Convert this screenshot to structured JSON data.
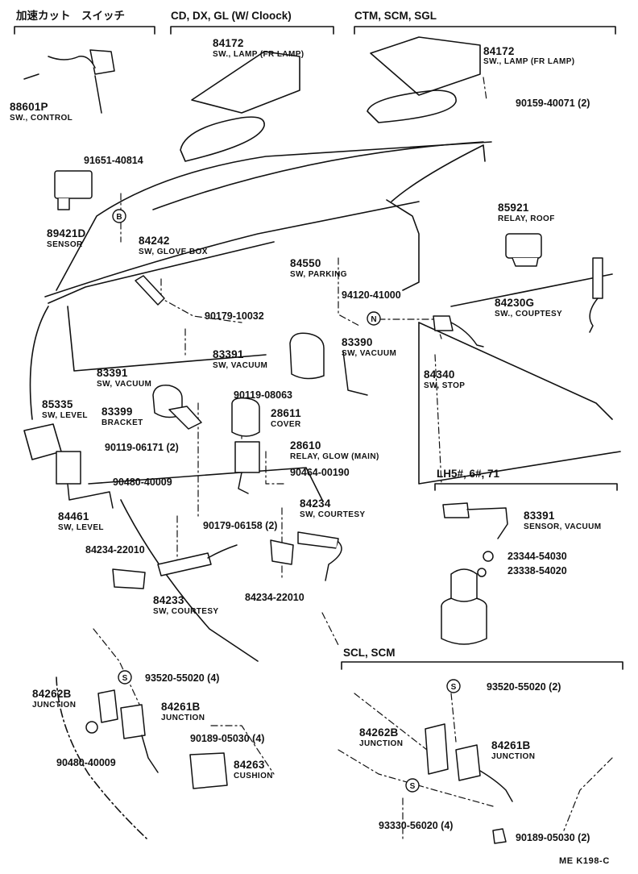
{
  "sections": {
    "accel_cut": "加速カット　スイッチ",
    "cd_dx_gl": "CD, DX, GL (W/ Cloock)",
    "ctm_scm_sgl": "CTM, SCM, SGL",
    "lh5": "LH5#, 6#, 71",
    "scl_scm": "SCL, SCM"
  },
  "parts": [
    {
      "id": "p84172a",
      "number": "84172",
      "name": "SW., LAMP (FR LAMP)"
    },
    {
      "id": "p84172b",
      "number": "84172",
      "name": "SW., LAMP (FR LAMP)"
    },
    {
      "id": "p88601p",
      "number": "88601P",
      "name": "SW., CONTROL"
    },
    {
      "id": "p90159",
      "number": "90159-40071 (2)",
      "name": ""
    },
    {
      "id": "p91651",
      "number": "91651-40814",
      "name": ""
    },
    {
      "id": "p89421d",
      "number": "89421D",
      "name": "SENSOR"
    },
    {
      "id": "p85921",
      "number": "85921",
      "name": "RELAY, ROOF"
    },
    {
      "id": "p84242",
      "number": "84242",
      "name": "SW, GLOVE BOX"
    },
    {
      "id": "p84550",
      "number": "84550",
      "name": "SW, PARKING"
    },
    {
      "id": "p94120",
      "number": "94120-41000",
      "name": ""
    },
    {
      "id": "p84230g",
      "number": "84230G",
      "name": "SW., COUPTESY"
    },
    {
      "id": "p90179a",
      "number": "90179-10032",
      "name": ""
    },
    {
      "id": "p83391a",
      "number": "83391",
      "name": "SW, VACUUM"
    },
    {
      "id": "p83390",
      "number": "83390",
      "name": "SW, VACUUM"
    },
    {
      "id": "p83391b",
      "number": "83391",
      "name": "SW, VACUUM"
    },
    {
      "id": "p84340",
      "number": "84340",
      "name": "SW, STOP"
    },
    {
      "id": "p90119a",
      "number": "90119-08063",
      "name": ""
    },
    {
      "id": "p85335",
      "number": "85335",
      "name": "SW, LEVEL"
    },
    {
      "id": "p83399",
      "number": "83399",
      "name": "BRACKET"
    },
    {
      "id": "p28611",
      "number": "28611",
      "name": "COVER"
    },
    {
      "id": "p90119b",
      "number": "90119-06171 (2)",
      "name": ""
    },
    {
      "id": "p28610",
      "number": "28610",
      "name": "RELAY, GLOW (MAIN)"
    },
    {
      "id": "p90464",
      "number": "90464-00190",
      "name": ""
    },
    {
      "id": "p90480a",
      "number": "90480-40009",
      "name": ""
    },
    {
      "id": "p84461",
      "number": "84461",
      "name": "SW, LEVEL"
    },
    {
      "id": "p84234",
      "number": "84234",
      "name": "SW, COURTESY"
    },
    {
      "id": "p90179b",
      "number": "90179-06158 (2)",
      "name": ""
    },
    {
      "id": "p83391c",
      "number": "83391",
      "name": "SENSOR, VACUUM"
    },
    {
      "id": "p84234_22010a",
      "number": "84234-22010",
      "name": ""
    },
    {
      "id": "p23344",
      "number": "23344-54030",
      "name": ""
    },
    {
      "id": "p23338",
      "number": "23338-54020",
      "name": ""
    },
    {
      "id": "p84233",
      "number": "84233",
      "name": "SW, COURTESY"
    },
    {
      "id": "p84234_22010b",
      "number": "84234-22010",
      "name": ""
    },
    {
      "id": "p93520a",
      "number": "93520-55020 (4)",
      "name": ""
    },
    {
      "id": "p84262b_l",
      "number": "84262B",
      "name": "JUNCTION"
    },
    {
      "id": "p84261b_l",
      "number": "84261B",
      "name": "JUNCTION"
    },
    {
      "id": "p90189a",
      "number": "90189-05030 (4)",
      "name": ""
    },
    {
      "id": "p90480b",
      "number": "90480-40009",
      "name": ""
    },
    {
      "id": "p84263",
      "number": "84263",
      "name": "CUSHION"
    },
    {
      "id": "p93520b",
      "number": "93520-55020 (2)",
      "name": ""
    },
    {
      "id": "p84262b_r",
      "number": "84262B",
      "name": "JUNCTION"
    },
    {
      "id": "p84261b_r",
      "number": "84261B",
      "name": "JUNCTION"
    },
    {
      "id": "p93330",
      "number": "93330-56020 (4)",
      "name": ""
    },
    {
      "id": "p90189b",
      "number": "90189-05030 (2)",
      "name": ""
    }
  ],
  "markers": {
    "b": "B",
    "n": "N",
    "s1": "S",
    "s2": "S",
    "s3": "S"
  },
  "footer": "ME  K198-C"
}
